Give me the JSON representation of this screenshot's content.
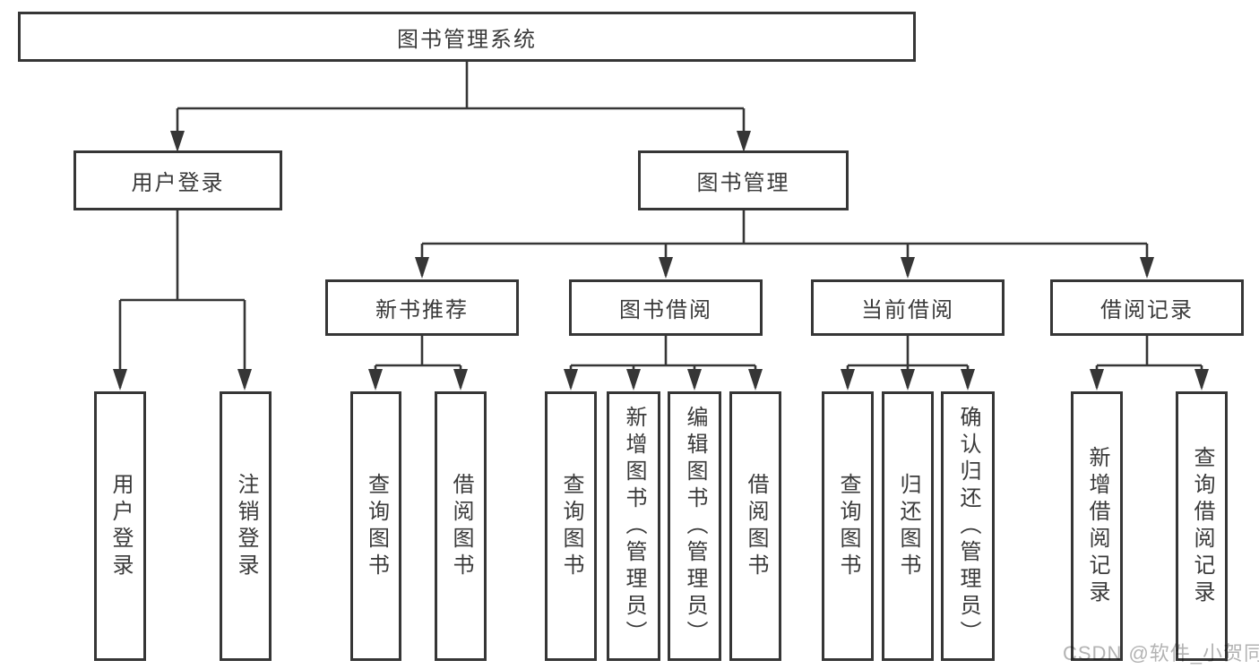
{
  "diagram_type": "hierarchy-tree",
  "colors": {
    "line": "#363636",
    "text": "#3a3a3a",
    "watermark": "#b3b3b3",
    "background": "#ffffff"
  },
  "tree": {
    "label": "图书管理系统",
    "children": [
      {
        "label": "用户登录",
        "children": [
          {
            "label": "用户登录"
          },
          {
            "label": "注销登录"
          }
        ]
      },
      {
        "label": "图书管理",
        "children": [
          {
            "label": "新书推荐",
            "children": [
              {
                "label": "查询图书"
              },
              {
                "label": "借阅图书"
              }
            ]
          },
          {
            "label": "图书借阅",
            "children": [
              {
                "label": "查询图书"
              },
              {
                "label": "新增图书（管理员）"
              },
              {
                "label": "编辑图书（管理员）"
              },
              {
                "label": "借阅图书"
              }
            ]
          },
          {
            "label": "当前借阅",
            "children": [
              {
                "label": "查询图书"
              },
              {
                "label": "归还图书"
              },
              {
                "label": "确认归还（管理员）"
              }
            ]
          },
          {
            "label": "借阅记录",
            "children": [
              {
                "label": "新增借阅记录"
              },
              {
                "label": "查询借阅记录"
              }
            ]
          }
        ]
      }
    ]
  },
  "watermark": {
    "text": "CSDN @软件_小贺同学"
  }
}
